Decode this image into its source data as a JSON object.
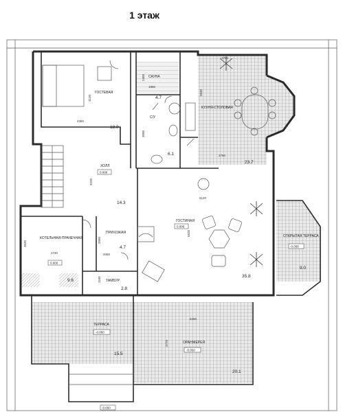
{
  "title": "1 этаж",
  "rooms": {
    "guest": {
      "name": "ГОСТЕВАЯ",
      "dim_w": "4360",
      "dim_h": "4120",
      "area": "18.0"
    },
    "sauna": {
      "name": "САУНА",
      "dim_w": "1960",
      "dim_h": "2400",
      "area": "4.7"
    },
    "bath": {
      "name": "С/У",
      "dim_h": "3000",
      "area": "6.1"
    },
    "kitchen": {
      "name": "КУХНЯ-СТОЛОВАЯ",
      "dim_w": "3760",
      "dim_top": "3780",
      "dim_h": "5630",
      "area": "23.7"
    },
    "hall": {
      "name": "ХОЛЛ",
      "level": "0.000",
      "dim_h": "3220",
      "area": "14.3"
    },
    "living": {
      "name": "ГОСТИНАЯ",
      "level": "0.000",
      "dim_w": "6120",
      "dim_h": "5620",
      "area": "35.8"
    },
    "boiler": {
      "name": "КОТЕЛЬНАЯ-ПРАЧЕЧНАЯ",
      "level": "0.000",
      "dim_w": "2740",
      "dim_h": "3520",
      "area": "9.6"
    },
    "entry": {
      "name": "ПРИХОЖАЯ",
      "dim_w": "2060",
      "dim_h": "2090",
      "area": "4.7"
    },
    "tambour": {
      "name": "ТАМБУР",
      "dim_h": "1160",
      "area": "2.8"
    },
    "open_terrace": {
      "name": "ОТКРЫТАЯ ТЕРРАСА",
      "level": "-0.050",
      "area": "9.0"
    },
    "terrace": {
      "name": "ТЕРРАСА",
      "level": "-0.050",
      "area": "15.5"
    },
    "orangery": {
      "name": "ОРАНЖЕРЕЯ",
      "level": "-0.050",
      "dim_w": "5350",
      "dim_h": "3770",
      "area": "20.1"
    },
    "bottom_level": "-0.650"
  }
}
